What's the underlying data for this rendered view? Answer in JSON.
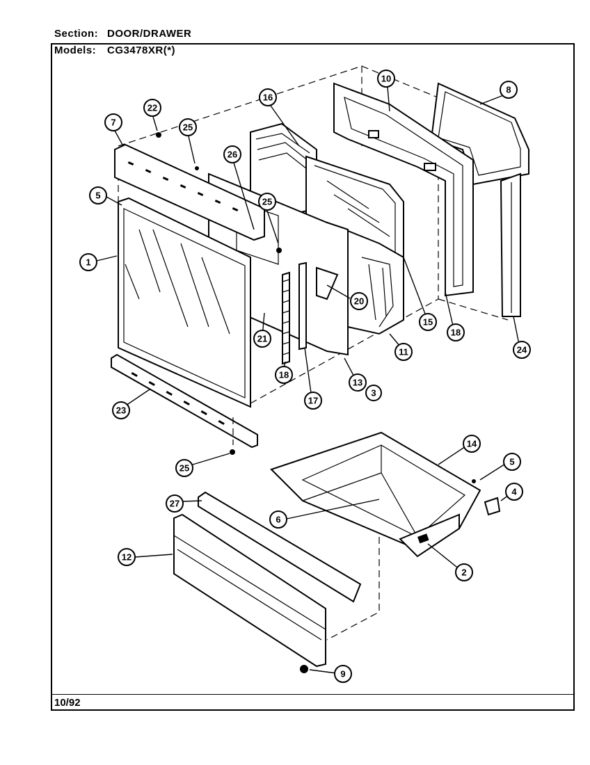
{
  "header": {
    "section_label": "Section:",
    "section_value": "DOOR/DRAWER",
    "models_label": "Models:",
    "models_value": "CG3478XR(*)"
  },
  "footer": {
    "date": "10/92"
  },
  "callouts": {
    "c1": "1",
    "c2": "2",
    "c3": "3",
    "c4": "4",
    "c5a": "5",
    "c5b": "5",
    "c6": "6",
    "c7": "7",
    "c8": "8",
    "c9": "9",
    "c10": "10",
    "c11": "11",
    "c12": "12",
    "c13": "13",
    "c14": "14",
    "c15": "15",
    "c16": "16",
    "c17": "17",
    "c18a": "18",
    "c18b": "18",
    "c20": "20",
    "c21": "21",
    "c22": "22",
    "c23": "23",
    "c24": "24",
    "c25a": "25",
    "c25b": "25",
    "c25c": "25",
    "c26": "26",
    "c27": "27"
  }
}
